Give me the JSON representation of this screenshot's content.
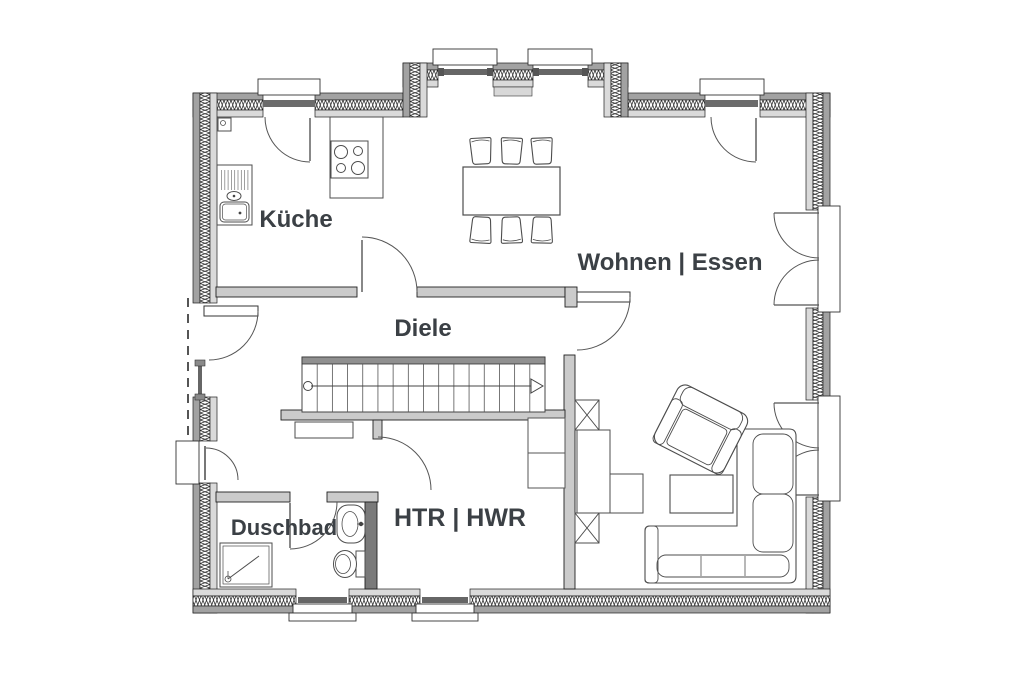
{
  "plan": {
    "type": "floor-plan",
    "rooms": {
      "kueche": {
        "label": "Küche"
      },
      "wohnen_essen": {
        "label": "Wohnen | Essen"
      },
      "diele": {
        "label": "Diele"
      },
      "duschbad": {
        "label": "Duschbad"
      },
      "htr_hwr": {
        "label": "HTR | HWR"
      }
    },
    "colors": {
      "background": "#ffffff",
      "wall_outer_cladding": "#a2a2a2",
      "wall_inner_leaf": "#dadada",
      "interior_wall": "#cbcbcb",
      "installation_wall": "#7a7a7a",
      "glazing": "#666666",
      "furniture_line": "#4d4d4d",
      "label_text": "#3b4045"
    }
  }
}
